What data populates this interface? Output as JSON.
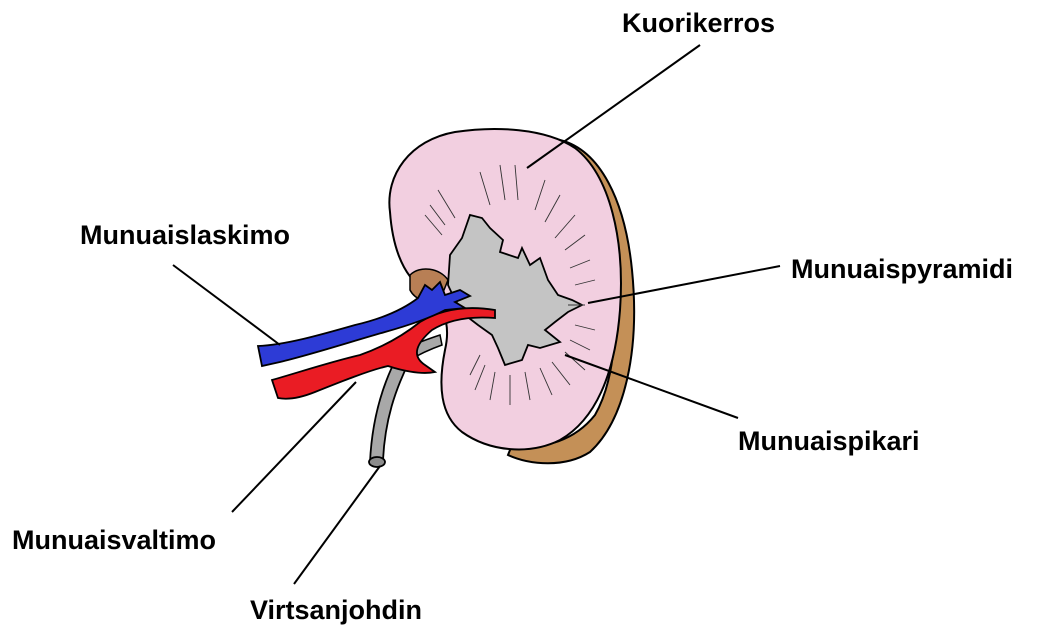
{
  "labels": {
    "cortex": "Kuorikerros",
    "vein": "Munuaislaskimo",
    "pyramid": "Munuaispyramidi",
    "calyx": "Munuaispikari",
    "artery": "Munuaisvaltimo",
    "ureter": "Virtsanjohdin"
  },
  "colors": {
    "background": "#ffffff",
    "cortex_fill": "#f2cfe0",
    "capsule_fill": "#c49057",
    "pelvis_fill": "#c4c4c4",
    "vein": "#2d3bd6",
    "artery": "#ea1c24",
    "ureter": "#a8a8a8",
    "outline": "#000000"
  }
}
